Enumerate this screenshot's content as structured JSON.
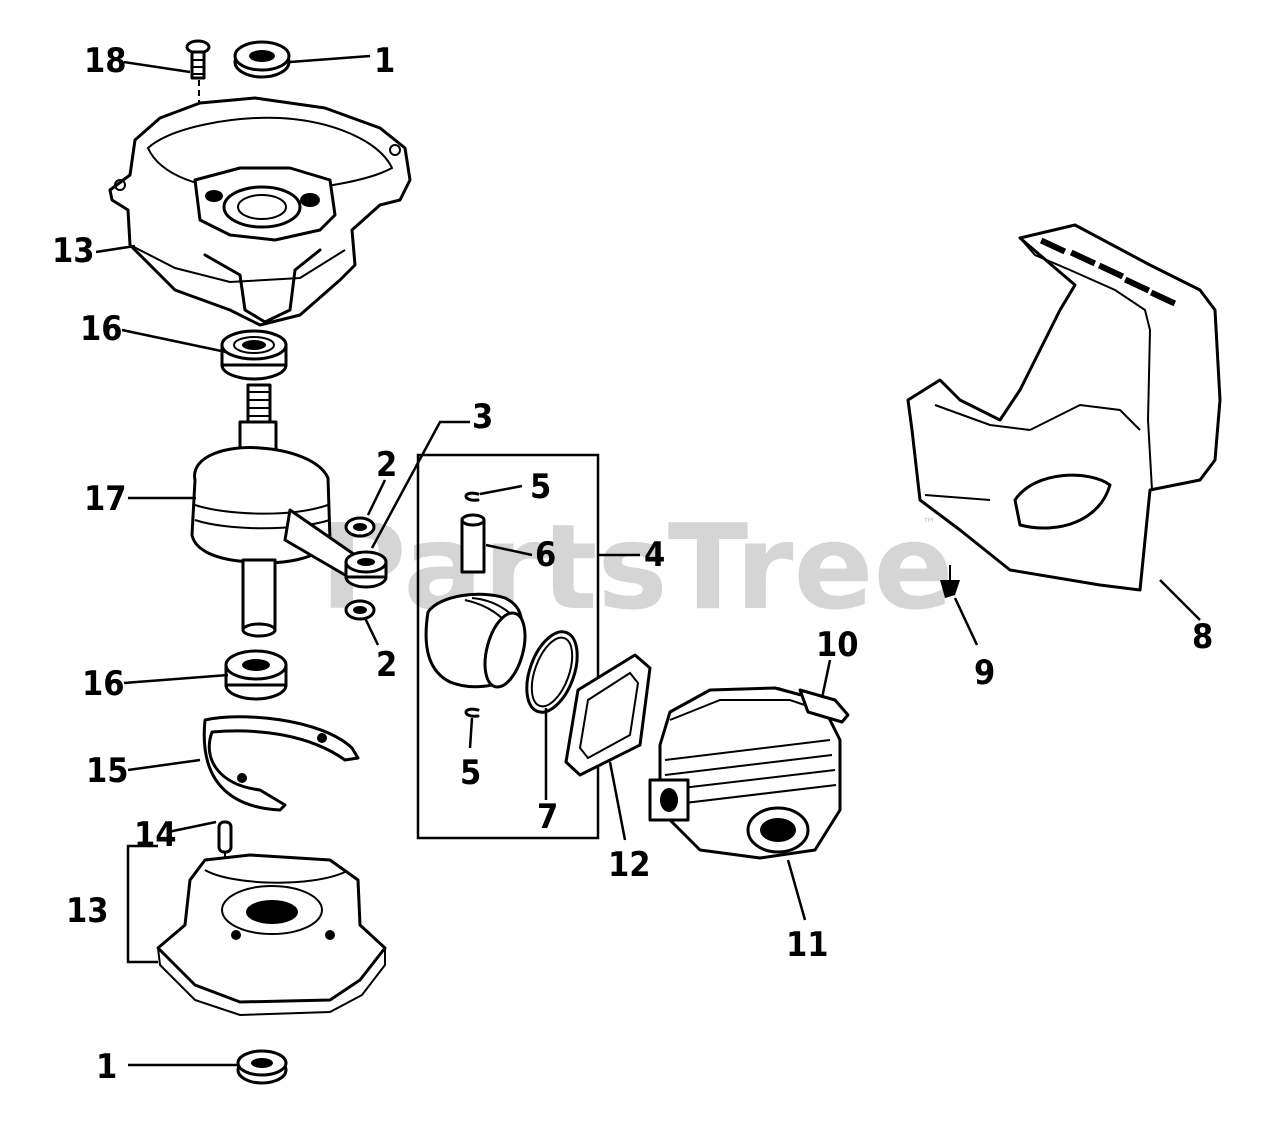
{
  "watermark": {
    "text": "PartsTree",
    "trademark": "™"
  },
  "callouts": [
    {
      "id": "c18",
      "label": "18"
    },
    {
      "id": "c1a",
      "label": "1"
    },
    {
      "id": "c13a",
      "label": "13"
    },
    {
      "id": "c16a",
      "label": "16"
    },
    {
      "id": "c3",
      "label": "3"
    },
    {
      "id": "c2a",
      "label": "2"
    },
    {
      "id": "c17",
      "label": "17"
    },
    {
      "id": "c5a",
      "label": "5"
    },
    {
      "id": "c6",
      "label": "6"
    },
    {
      "id": "c4",
      "label": "4"
    },
    {
      "id": "c2b",
      "label": "2"
    },
    {
      "id": "c16b",
      "label": "16"
    },
    {
      "id": "c10",
      "label": "10"
    },
    {
      "id": "c9",
      "label": "9"
    },
    {
      "id": "c8",
      "label": "8"
    },
    {
      "id": "c15",
      "label": "15"
    },
    {
      "id": "c5b",
      "label": "5"
    },
    {
      "id": "c7",
      "label": "7"
    },
    {
      "id": "c14",
      "label": "14"
    },
    {
      "id": "c12",
      "label": "12"
    },
    {
      "id": "c13b",
      "label": "13"
    },
    {
      "id": "c11",
      "label": "11"
    },
    {
      "id": "c1b",
      "label": "1"
    }
  ]
}
